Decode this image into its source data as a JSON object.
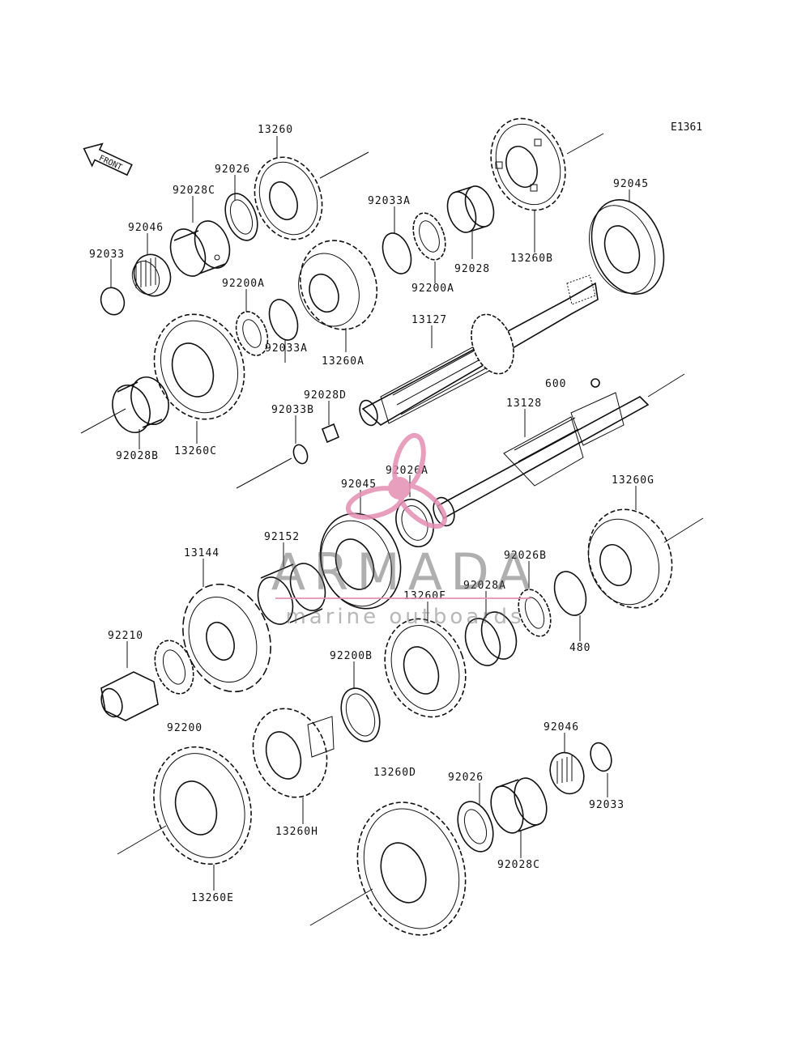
{
  "diagram": {
    "code": "E1361",
    "front_label": "FRONT",
    "labels": [
      {
        "id": "13260",
        "text": "13260"
      },
      {
        "id": "92026",
        "text": "92026"
      },
      {
        "id": "92028C",
        "text": "92028C"
      },
      {
        "id": "92046",
        "text": "92046"
      },
      {
        "id": "92033",
        "text": "92033"
      },
      {
        "id": "92033A",
        "text": "92033A"
      },
      {
        "id": "92200A",
        "text": "92200A"
      },
      {
        "id": "92028",
        "text": "92028"
      },
      {
        "id": "13260B",
        "text": "13260B"
      },
      {
        "id": "92045",
        "text": "92045"
      },
      {
        "id": "92200A_b",
        "text": "92200A"
      },
      {
        "id": "92033A_b",
        "text": "92033A"
      },
      {
        "id": "13260A",
        "text": "13260A"
      },
      {
        "id": "13127",
        "text": "13127"
      },
      {
        "id": "92028D",
        "text": "92028D"
      },
      {
        "id": "92033B",
        "text": "92033B"
      },
      {
        "id": "92028B",
        "text": "92028B"
      },
      {
        "id": "13260C",
        "text": "13260C"
      },
      {
        "id": "600",
        "text": "600"
      },
      {
        "id": "13128",
        "text": "13128"
      },
      {
        "id": "92026A",
        "text": "92026A"
      },
      {
        "id": "92045_b",
        "text": "92045"
      },
      {
        "id": "13260G",
        "text": "13260G"
      },
      {
        "id": "92152",
        "text": "92152"
      },
      {
        "id": "13144",
        "text": "13144"
      },
      {
        "id": "92026B",
        "text": "92026B"
      },
      {
        "id": "92028A",
        "text": "92028A"
      },
      {
        "id": "13260F",
        "text": "13260F"
      },
      {
        "id": "480",
        "text": "480"
      },
      {
        "id": "92210",
        "text": "92210"
      },
      {
        "id": "92200B",
        "text": "92200B"
      },
      {
        "id": "92200",
        "text": "92200"
      },
      {
        "id": "13260D",
        "text": "13260D"
      },
      {
        "id": "92046_b",
        "text": "92046"
      },
      {
        "id": "92026_b",
        "text": "92026"
      },
      {
        "id": "92033_b",
        "text": "92033"
      },
      {
        "id": "13260H",
        "text": "13260H"
      },
      {
        "id": "92028C_b",
        "text": "92028C"
      },
      {
        "id": "13260E",
        "text": "13260E"
      }
    ]
  },
  "watermark": {
    "brand": "ARMADA",
    "tagline": "marine outboards",
    "color": "#e58fb3"
  }
}
